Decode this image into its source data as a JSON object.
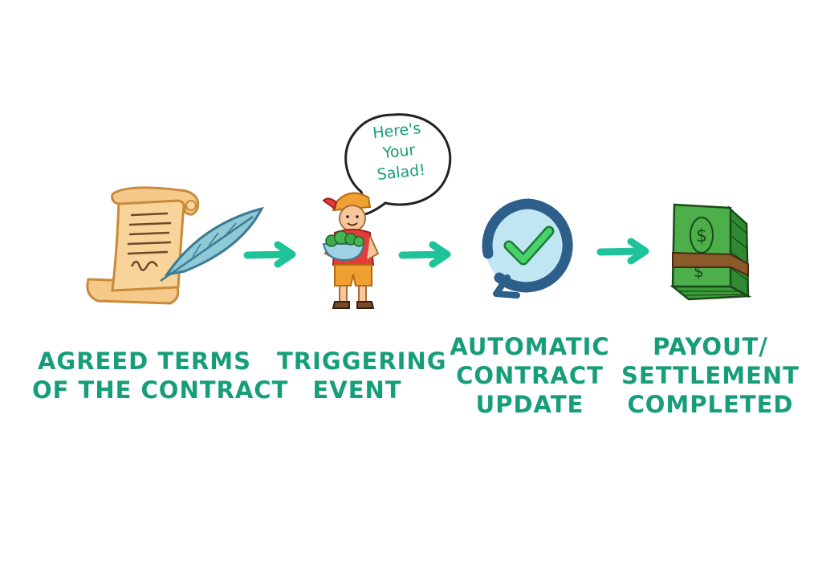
{
  "colors": {
    "accent": "#169e7a",
    "arrow": "#1fc39a"
  },
  "steps": [
    {
      "label_lines": [
        "AGREED TERMS",
        "OF THE CONTRACT"
      ],
      "icon": "scroll-and-quill-icon"
    },
    {
      "label_lines": [
        "TRIGGERING",
        "EVENT"
      ],
      "icon": "delivery-person-icon",
      "speech_lines": [
        "Here's",
        "Your",
        "Salad!"
      ]
    },
    {
      "label_lines": [
        "AUTOMATIC",
        "CONTRACT",
        "UPDATE"
      ],
      "icon": "refresh-checkmark-icon"
    },
    {
      "label_lines": [
        "PAYOUT/",
        "SETTLEMENT",
        "COMPLETED"
      ],
      "icon": "money-stack-icon"
    }
  ]
}
